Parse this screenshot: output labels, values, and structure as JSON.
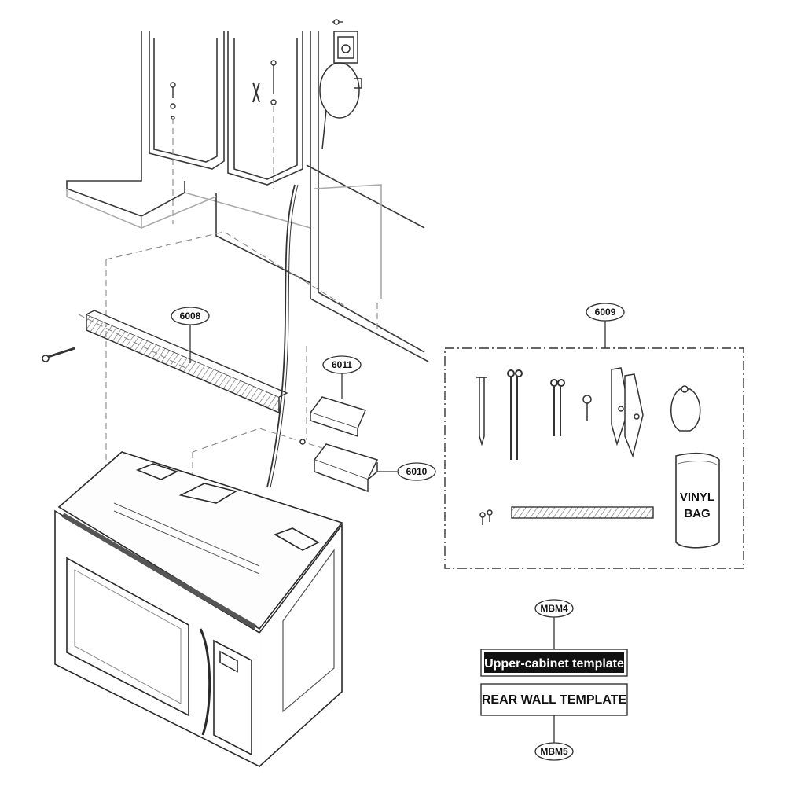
{
  "callouts": {
    "c6008": "6008",
    "c6009": "6009",
    "c6010": "6010",
    "c6011": "6011",
    "mbm4": "MBM4",
    "mbm5": "MBM5"
  },
  "vinyl_bag": {
    "line1": "VINYL",
    "line2": "BAG"
  },
  "templates": {
    "upper_cabinet": "Upper-cabinet template",
    "rear_wall": "REAR WALL TEMPLATE"
  },
  "colors": {
    "line": "#2a2a2a",
    "light_line": "#9a9a9a",
    "label_dark_bg": "#111111"
  }
}
